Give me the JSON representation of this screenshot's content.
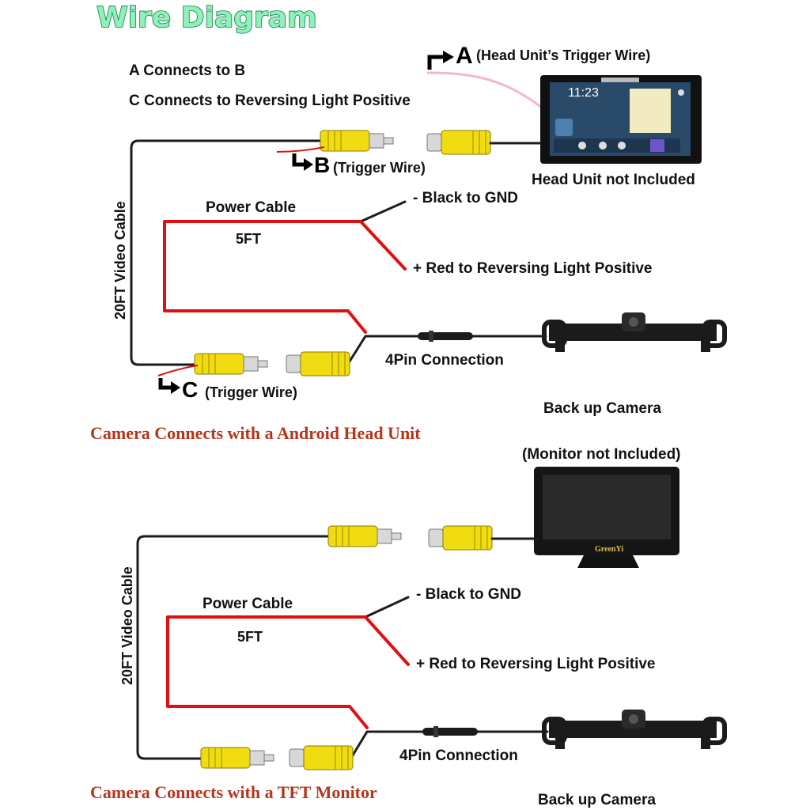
{
  "title": "Wire Diagram",
  "legend": {
    "line1": "A Connects to B",
    "line2": "C Connects to Reversing Light Positive"
  },
  "markers": {
    "a_letter": "A",
    "a_text": "(Head Unit’s Trigger Wire)",
    "b_letter": "B",
    "b_text": "(Trigger Wire)",
    "c_letter": "C",
    "c_text": "(Trigger Wire)"
  },
  "top": {
    "head_unit_label": "Head Unit not Included",
    "head_unit_time": "11:23",
    "video_cable": "20FT Video Cable",
    "power_cable": "Power Cable",
    "length": "5FT",
    "black": "- Black to GND",
    "red": "+ Red to Reversing Light Positive",
    "pin": "4Pin Connection",
    "camera": "Back up Camera",
    "caption": "Camera Connects with a Android Head Unit"
  },
  "bottom": {
    "monitor_note": "(Monitor not Included)",
    "monitor_brand": "GreenYi",
    "video_cable": "20FT Video Cable",
    "power_cable": "Power Cable",
    "length": "5FT",
    "black": "- Black to GND",
    "red": "+ Red to Reversing Light Positive",
    "pin": "4Pin Connection",
    "camera": "Back up Camera",
    "caption": "Camera Connects with a TFT Monitor"
  },
  "colors": {
    "rca_yellow": "#f1dc12",
    "power_red": "#e01010",
    "caption_red": "#b5361c",
    "title_green": "#8ff0b8"
  }
}
